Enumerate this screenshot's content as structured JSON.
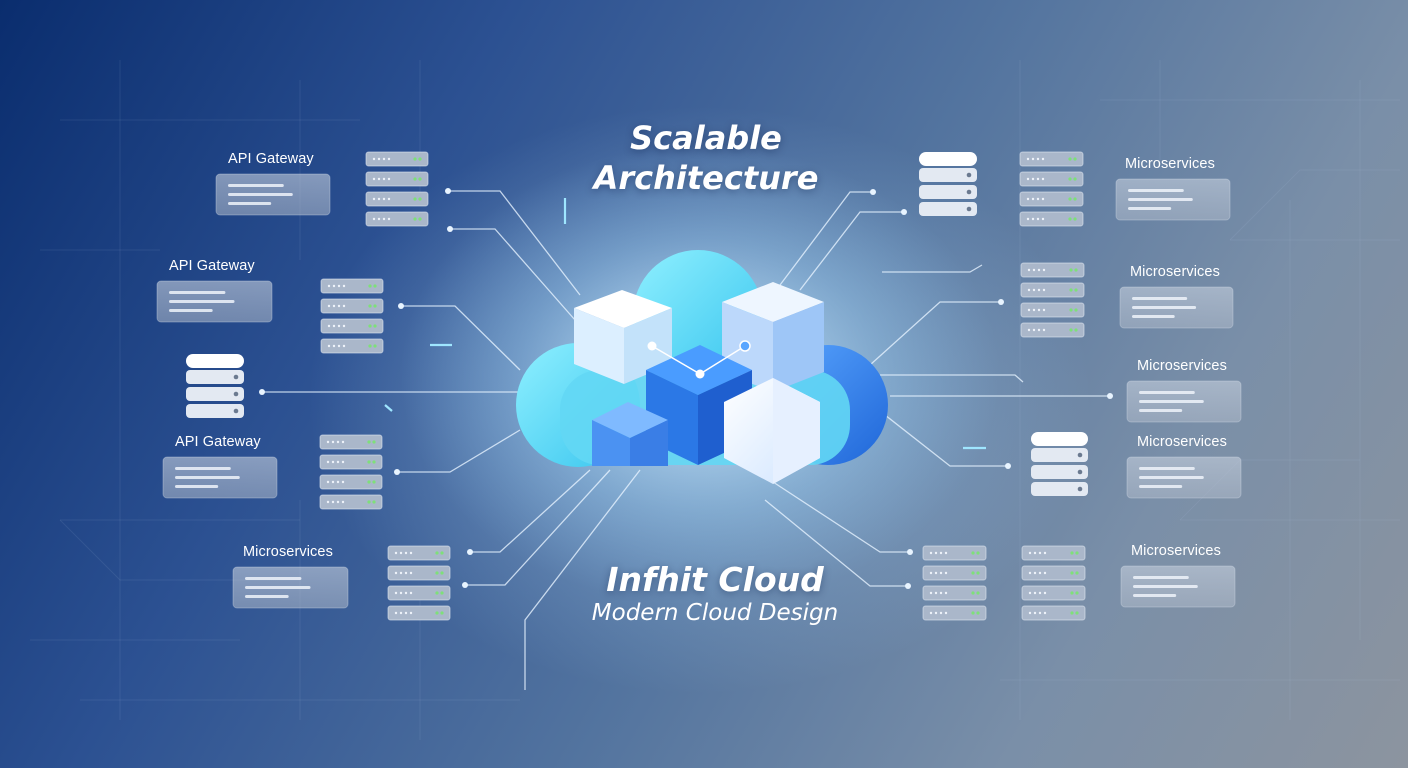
{
  "diagram": {
    "title_line1": "Scalable",
    "title_line2": "Architecture",
    "brand": "Infhit Cloud",
    "tagline": "Modern Cloud Design"
  },
  "left_labels": [
    "API Gateway",
    "API Gateway",
    "API Gateway",
    "Microservices"
  ],
  "right_labels": [
    "Microservices",
    "Microservices",
    "Microservices",
    "Microservices",
    "Microservices"
  ],
  "colors": {
    "background_dark": "#0a2d6e",
    "background_light": "#8c949f",
    "cloud_cyan": "#5fdcf6",
    "cloud_blue": "#2f7fe8",
    "cube_white": "#e9f4ff",
    "cube_blue": "#2c7ae6",
    "led_green": "#7ee07a",
    "card": "#b9c4d4"
  }
}
